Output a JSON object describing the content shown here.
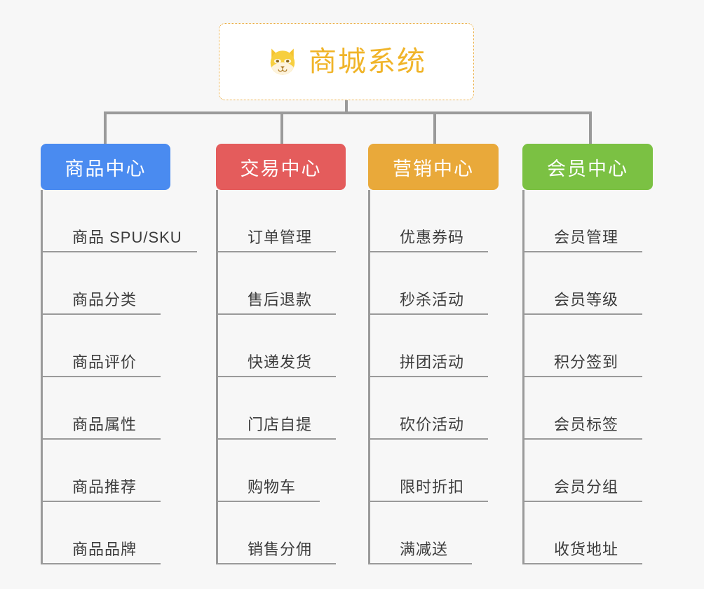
{
  "page": {
    "background": "#f7f7f7",
    "title": "商城系统"
  },
  "root": {
    "label": "商城系统",
    "icon": "shiba-dog-emoji",
    "color": "#f0b429",
    "border_color": "#e9a93a"
  },
  "columns": [
    {
      "header": "商品中心",
      "color": "#4a8bf0",
      "items": [
        "商品 SPU/SKU",
        "商品分类",
        "商品评价",
        "商品属性",
        "商品推荐",
        "商品品牌"
      ]
    },
    {
      "header": "交易中心",
      "color": "#e45c5c",
      "items": [
        "订单管理",
        "售后退款",
        "快递发货",
        "门店自提",
        "购物车",
        "销售分佣"
      ]
    },
    {
      "header": "营销中心",
      "color": "#e9a93a",
      "items": [
        "优惠券码",
        "秒杀活动",
        "拼团活动",
        "砍价活动",
        "限时折扣",
        "满减送"
      ]
    },
    {
      "header": "会员中心",
      "color": "#7bc143",
      "items": [
        "会员管理",
        "会员等级",
        "积分签到",
        "会员标签",
        "会员分组",
        "收货地址"
      ]
    }
  ]
}
